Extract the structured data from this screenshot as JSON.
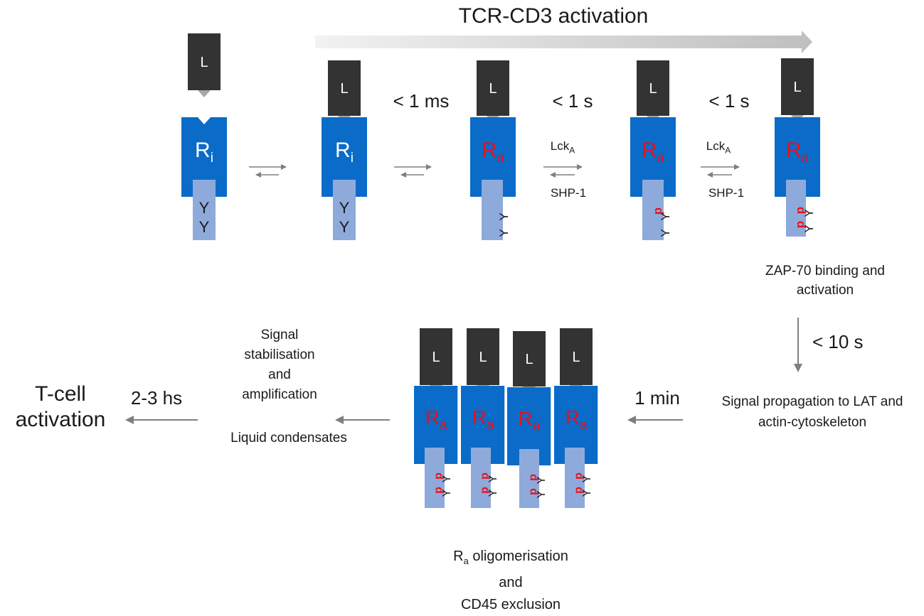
{
  "title": "TCR-CD3 activation",
  "colors": {
    "ligand": "#333333",
    "receptor": "#0a6cc8",
    "tail": "#8eaadb",
    "active_label": "#e8101a",
    "inactive_label": "#ffffff",
    "arrow": "#7f7f7f",
    "banner_start": "#f2f2f2",
    "banner_end": "#bfbfbf"
  },
  "glyphs": {
    "ligand": "L",
    "receptor_symbol": "R",
    "inactive_sub": "i",
    "active_sub": "a",
    "tyrosine": "Y",
    "phospho": "p"
  },
  "timings": {
    "t1": "< 1 ms",
    "t2": "< 1 s",
    "t3": "< 1 s",
    "t4": "< 10 s",
    "t5": "1 min",
    "t6": "2-3 hs"
  },
  "kinase": {
    "lck_main": "Lck",
    "lck_sub": "A",
    "shp": "SHP-1"
  },
  "steps": {
    "zap70": "ZAP-70 binding and activation",
    "signal_propagation": "Signal propagation to LAT and actin-cytoskeleton",
    "oligo_r": "R",
    "oligo_sub": "a",
    "oligo_line1": " oligomerisation",
    "oligo_line2": "and",
    "oligo_line3": "CD45 exclusion",
    "stabilisation_line1": "Signal",
    "stabilisation_line2": "stabilisation",
    "stabilisation_line3": "and",
    "stabilisation_line4": "amplification",
    "condensates": "Liquid condensates",
    "final": "T-cell activation"
  }
}
